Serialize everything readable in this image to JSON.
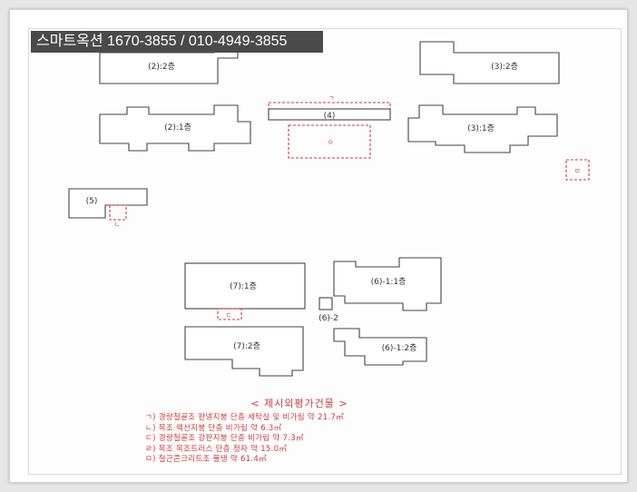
{
  "watermark": "스마트옥션 1670-3855 / 010-4949-3855",
  "buildings": {
    "b2_2": "(2):2층",
    "b3_2": "(3):2층",
    "b2_1": "(2):1층",
    "b4": "(4)",
    "b3_1": "(3):1층",
    "b5": "(5)",
    "b7_1": "(7):1층",
    "b6_1_1": "(6)-1:1층",
    "b6_2": "(6)-2",
    "b7_2": "(7):2층",
    "b6_1_2": "(6)-1:2층"
  },
  "markers": {
    "m_giyeok": "ㄱ",
    "m_o": "ㅇ",
    "m_nieun": "ㄴ",
    "m_mieum": "ㅁ",
    "m_digeut": "ㄷ"
  },
  "legend": {
    "title": "< 제시외평가건물 >",
    "items": [
      "ㄱ) 경량철골조 판넬지붕 단층 세탁실 및 비가림 약 21.7㎡",
      "ㄴ) 목조 렉산지붕 단층 비가림 약 6.3㎡",
      "ㄷ) 경량철골조 강판지붕 단층 비가림 약 7.3㎡",
      "ㄹ) 목조 목조트러스 단층 정자 약 15.0㎡",
      "ㅁ) 철근콘크리트조 물탱 약 61.4㎡"
    ]
  }
}
